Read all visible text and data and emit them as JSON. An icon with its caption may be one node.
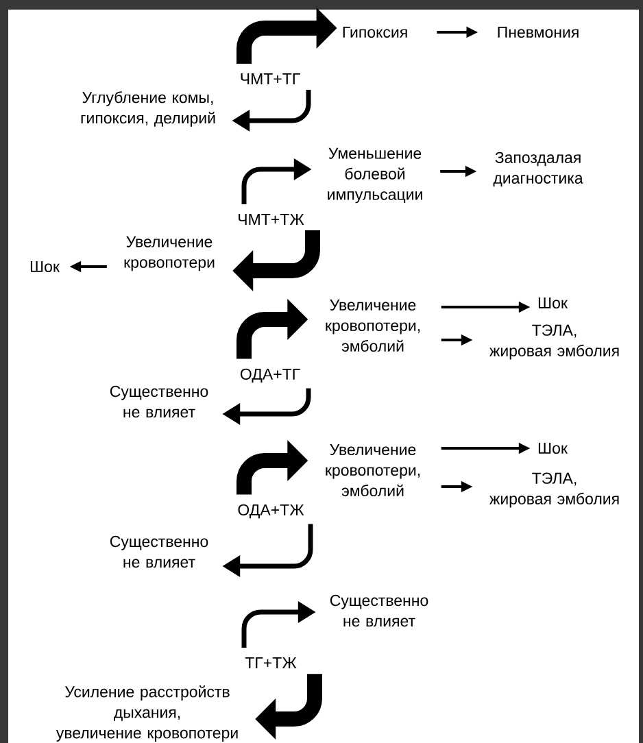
{
  "diagram": {
    "nodes": [
      {
        "text": [
          "ЧМТ+ТГ"
        ]
      },
      {
        "text": [
          "Гипоксия"
        ]
      },
      {
        "text": [
          "Пневмония"
        ]
      },
      {
        "text": [
          "Углубление комы, гипоксия, делирий"
        ]
      },
      {
        "text": [
          "ЧМТ+ТЖ"
        ]
      },
      {
        "text": [
          "Уменьшение болевой импульсации"
        ]
      },
      {
        "text": [
          "Запоздалая диагностика"
        ]
      },
      {
        "text": [
          "Увеличение кровопотери"
        ]
      },
      {
        "text": [
          "Шок"
        ]
      },
      {
        "text": [
          "ОДА+ТГ"
        ]
      },
      {
        "text": [
          "Увеличение кровопотери, эмболий"
        ]
      },
      {
        "text": [
          "Шок"
        ]
      },
      {
        "text": [
          "ТЭЛА, жировая эмболия"
        ]
      },
      {
        "text": [
          "Существенно не влияет"
        ]
      },
      {
        "text": [
          "ОДА+ТЖ"
        ]
      },
      {
        "text": [
          "Увеличение кровопотери, эмболий"
        ]
      },
      {
        "text": [
          "Шок"
        ]
      },
      {
        "text": [
          "ТЭЛА, жировая эмболия"
        ]
      },
      {
        "text": [
          "Существенно не влияет"
        ]
      },
      {
        "text": [
          "ТГ+ТЖ"
        ]
      },
      {
        "text": [
          "Существенно не влияет"
        ]
      },
      {
        "text": [
          "Усиление расстройств дыхания, увеличение кровопотери"
        ]
      }
    ],
    "edges": [
      {
        "from": 0,
        "to": 1,
        "arrow": "to",
        "style": "thick"
      },
      {
        "from": 0,
        "to": 3,
        "arrow": "to"
      },
      {
        "from": 1,
        "to": 2,
        "arrow": "to"
      },
      {
        "from": 4,
        "to": 5,
        "arrow": "to"
      },
      {
        "from": 5,
        "to": 6,
        "arrow": "to"
      },
      {
        "from": 4,
        "to": 7,
        "arrow": "to",
        "style": "thick"
      },
      {
        "from": 7,
        "to": 8,
        "arrow": "to"
      },
      {
        "from": 9,
        "to": 10,
        "arrow": "to",
        "style": "thick"
      },
      {
        "from": 10,
        "to": 11,
        "arrow": "to"
      },
      {
        "from": 10,
        "to": 12,
        "arrow": "to"
      },
      {
        "from": 9,
        "to": 13,
        "arrow": "to"
      },
      {
        "from": 14,
        "to": 15,
        "arrow": "to",
        "style": "thick"
      },
      {
        "from": 15,
        "to": 16,
        "arrow": "to"
      },
      {
        "from": 15,
        "to": 17,
        "arrow": "to"
      },
      {
        "from": 14,
        "to": 18,
        "arrow": "to"
      },
      {
        "from": 19,
        "to": 20,
        "arrow": "to"
      },
      {
        "from": 19,
        "to": 21,
        "arrow": "to",
        "style": "thick"
      }
    ]
  }
}
